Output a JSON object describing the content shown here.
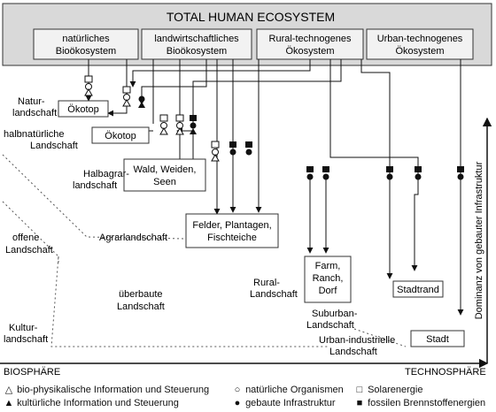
{
  "header": {
    "title": "TOTAL HUMAN ECOSYSTEM",
    "subsystems": [
      [
        "natürliches",
        "Bioökosystem"
      ],
      [
        "landwirtschaftliches",
        "Bioökosystem"
      ],
      [
        "Rural-technogenes",
        "Ökosystem"
      ],
      [
        "Urban-technogenes",
        "Ökosystem"
      ]
    ]
  },
  "boxes": {
    "oekotop1": [
      "Ökotop"
    ],
    "oekotop2": [
      "Ökotop"
    ],
    "wald": [
      "Wald, Weiden,",
      "Seen"
    ],
    "felder": [
      "Felder, Plantagen,",
      "Fischteiche"
    ],
    "farm": [
      "Farm,",
      "Ranch,",
      "Dorf"
    ],
    "stadtrand": [
      "Stadtrand"
    ],
    "stadt": [
      "Stadt"
    ]
  },
  "landscapes": {
    "natur": [
      "Natur-",
      "landschaft"
    ],
    "halbnatuerlich": [
      "halbnatürliche",
      "Landschaft"
    ],
    "halbagrar": [
      "Halbagrar-",
      "landschaft"
    ],
    "offene": [
      "offene",
      "Landschaft"
    ],
    "agrar": [
      "Agrarlandschaft"
    ],
    "ueberbaute": [
      "überbaute",
      "Landschaft"
    ],
    "rural": [
      "Rural-",
      "Landschaft"
    ],
    "kultur": [
      "Kultur-",
      "landschaft"
    ],
    "suburban": [
      "Suburban-",
      "Landschaft"
    ],
    "urban": [
      "Urban-industrielle",
      "Landschaft"
    ]
  },
  "axes": {
    "left": "BIOSPHÄRE",
    "right": "TECHNOSPHÄRE",
    "vertical": "Dominanz von gebauter Infrastruktur"
  },
  "legend": {
    "bio_info": "bio-physikalische Information und Steuerung",
    "cultural_info": "kultürliche Information und Steuerung",
    "natural_org": "natürliche Organismen",
    "infrastructure": "gebaute Infrastruktur",
    "solar": "Solarenergie",
    "fossil": "fossilen Brennstoffenergien"
  }
}
